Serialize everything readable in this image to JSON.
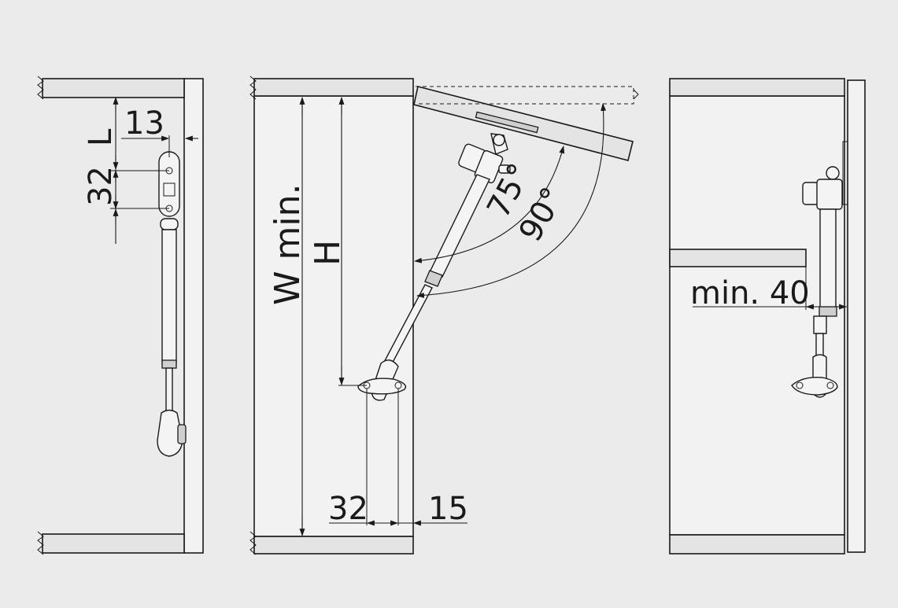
{
  "labels": {
    "l": "L",
    "d13": "13",
    "d32_left": "32",
    "w_min": "W min.",
    "h": "H",
    "a75": "75°",
    "a90": "90°",
    "d32_mid": "32",
    "d15": "15",
    "min40": "min. 40"
  },
  "colors": {
    "background": "#ebebeb",
    "line": "#1a1a1a",
    "panel_fill": "#f2f2f2",
    "board_fill": "#e4e4e4"
  }
}
